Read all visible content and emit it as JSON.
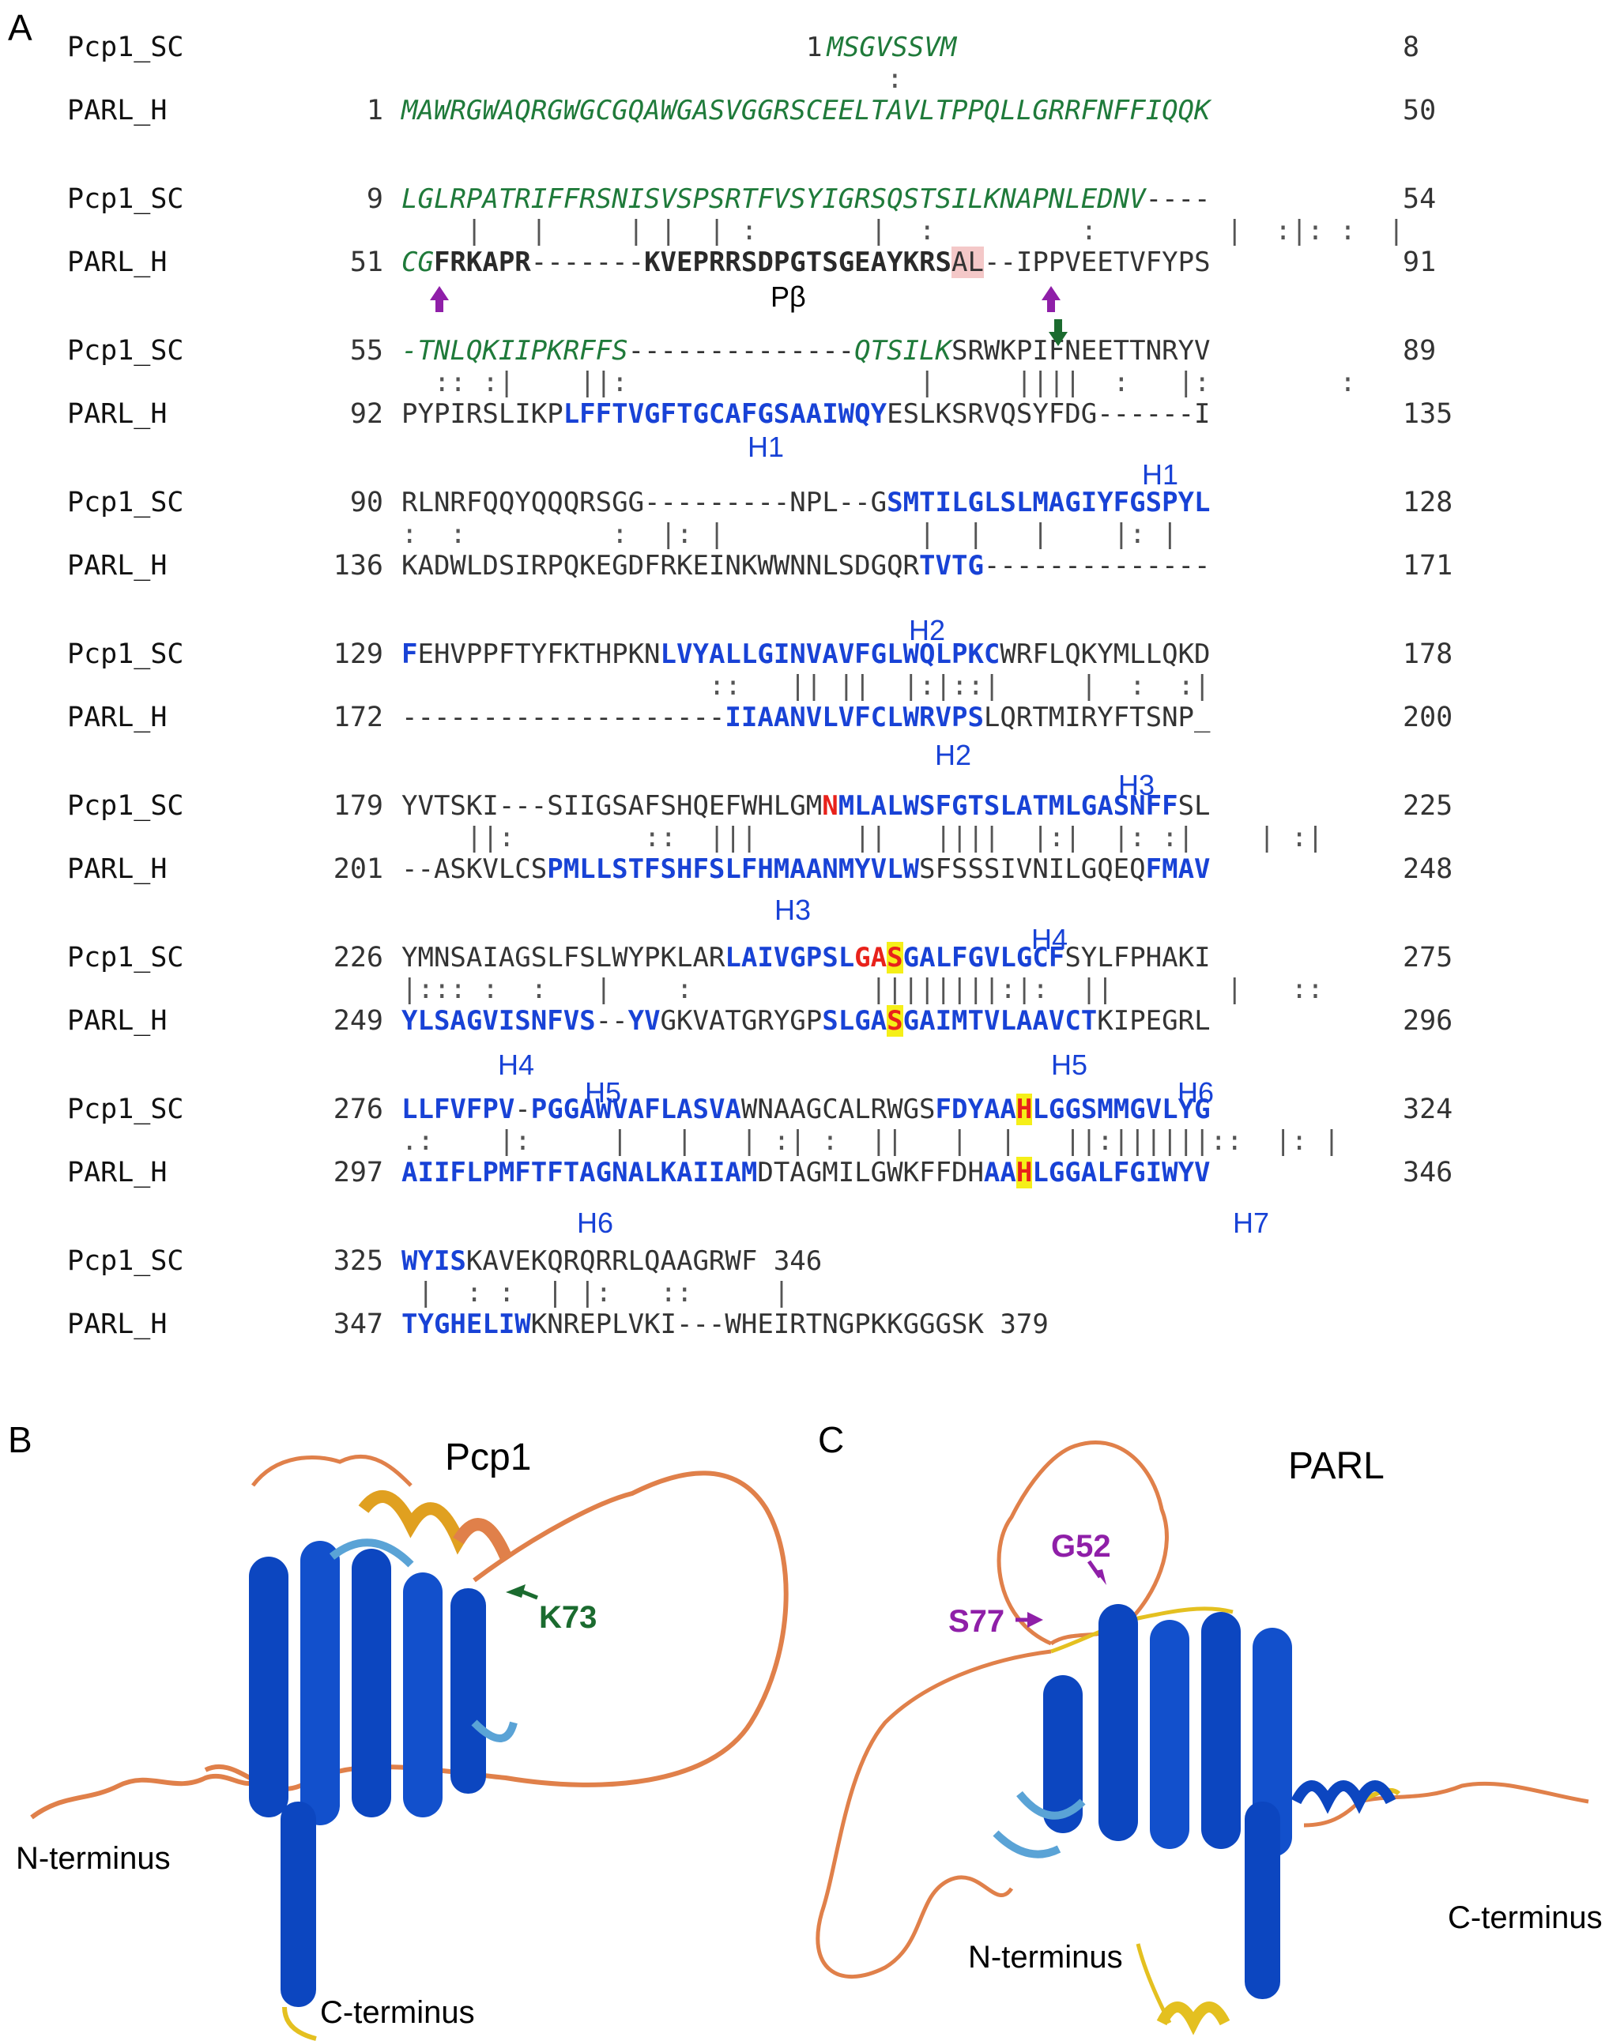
{
  "panel_labels": {
    "a": "A",
    "b": "B",
    "c": "C"
  },
  "alignment": {
    "rows": [
      {
        "name": "Pcp1_SC",
        "start": "",
        "segments": [
          {
            "t": "                        1",
            "c": ""
          },
          {
            "t": "MSGVSSVM",
            "c": "green"
          }
        ],
        "end": "8"
      },
      {
        "match": "                              :"
      },
      {
        "name": "PARL_H",
        "start": "1",
        "segments": [
          {
            "t": "MAWRGWAQRGWGCGQAWGASVGGRSCEELTAVLTPPQLLGRRFNFFIQQK",
            "c": "green"
          }
        ],
        "end": "50"
      },
      {
        "name": "Pcp1_SC",
        "start": "9",
        "segments": [
          {
            "t": "LGLRPATRIFFRSNISVSPSRTFVSYIGRSQSTSILKNAPNLEDNV",
            "c": "green"
          },
          {
            "t": "----",
            "c": ""
          }
        ],
        "end": "54"
      },
      {
        "match": "    |   |     | |  | :       |  :         :        |  :|: :  |"
      },
      {
        "name": "PARL_H",
        "start": "51",
        "segments": [
          {
            "t": "CG",
            "c": "green"
          },
          {
            "t": "FRKAPR",
            "c": "dark"
          },
          {
            "t": "-------",
            "c": ""
          },
          {
            "t": "KVEPRRSDPGTSGEAYKRS",
            "c": "dark"
          },
          {
            "t": "AL",
            "c": "pink"
          },
          {
            "t": "--IPPVEETVFYPS",
            "c": ""
          }
        ],
        "end": "91"
      },
      {
        "name": "Pcp1_SC",
        "start": "55",
        "segments": [
          {
            "t": "-TNLQKIIPKRFFS",
            "c": "green"
          },
          {
            "t": "--------------",
            "c": ""
          },
          {
            "t": "QTSILK",
            "c": "green"
          },
          {
            "t": "SRWKPIFNEETTNRYV",
            "c": ""
          }
        ],
        "end": "89"
      },
      {
        "match": "  :: :|    ||:                  |     ||||  :   |:        :"
      },
      {
        "name": "PARL_H",
        "start": "92",
        "segments": [
          {
            "t": "PYPIRSLIKP",
            "c": ""
          },
          {
            "t": "LFFTVGFTGCAFGSAAIWQY",
            "c": "blue"
          },
          {
            "t": "ESLKSRVQSYFDG------I",
            "c": ""
          }
        ],
        "end": "135"
      },
      {
        "name": "Pcp1_SC",
        "start": "90",
        "segments": [
          {
            "t": "RLNRFQQYQQQRSGG---------NPL--G",
            "c": ""
          },
          {
            "t": "SMTILGLSLMAGIYFGSPYL",
            "c": "blue"
          }
        ],
        "end": "128"
      },
      {
        "match": ":  :         :  |: |            |  |   |    |: |"
      },
      {
        "name": "PARL_H",
        "start": "136",
        "segments": [
          {
            "t": "KADWLDSIRPQKEGDFRKEINKWWNNLSDGQR",
            "c": ""
          },
          {
            "t": "TVTG",
            "c": "blue"
          },
          {
            "t": "--------------",
            "c": ""
          }
        ],
        "end": "171"
      },
      {
        "name": "Pcp1_SC",
        "start": "129",
        "segments": [
          {
            "t": "F",
            "c": "blue"
          },
          {
            "t": "EHVPPFTYFKTHPKN",
            "c": ""
          },
          {
            "t": "LVYALLGINVAVFGLWQLPKC",
            "c": "blue"
          },
          {
            "t": "WRFLQKYMLLQKD",
            "c": ""
          }
        ],
        "end": "178"
      },
      {
        "match": "                   ::   || ||  |:|::|     |  :  :|"
      },
      {
        "name": "PARL_H",
        "start": "172",
        "segments": [
          {
            "t": "--------------------",
            "c": ""
          },
          {
            "t": "IIAANVLVFCLWRVPS",
            "c": "blue"
          },
          {
            "t": "LQRTMIRYFTSNP_",
            "c": ""
          }
        ],
        "end": "200"
      },
      {
        "name": "Pcp1_SC",
        "start": "179",
        "segments": [
          {
            "t": "YVTSKI---SIIGSAFSHQEFWHLGM",
            "c": ""
          },
          {
            "t": "N",
            "c": "red"
          },
          {
            "t": "MLALWSFGTSLATMLGASNFF",
            "c": "blue"
          },
          {
            "t": "SL",
            "c": ""
          }
        ],
        "end": "225"
      },
      {
        "match": "    ||:        ::  |||      ||   ||||  |:|  |: :|    | :|"
      },
      {
        "name": "PARL_H",
        "start": "201",
        "segments": [
          {
            "t": "--ASKVLCS",
            "c": ""
          },
          {
            "t": "PMLLSTFSHFSLFHMAANMYVLW",
            "c": "blue"
          },
          {
            "t": "SFSSSIVNILGQEQ",
            "c": ""
          },
          {
            "t": "FMAV",
            "c": "blue"
          }
        ],
        "end": "248"
      },
      {
        "name": "Pcp1_SC",
        "start": "226",
        "segments": [
          {
            "t": "YMNSAIAGSLFSLWYPKLAR",
            "c": ""
          },
          {
            "t": "LAIVGPSL",
            "c": "blue"
          },
          {
            "t": "GA",
            "c": "red"
          },
          {
            "t": "S",
            "c": "hl"
          },
          {
            "t": "GALFGVLGCF",
            "c": "blue"
          },
          {
            "t": "SYLFPHAKI",
            "c": ""
          }
        ],
        "end": "275"
      },
      {
        "match": "|::: :  :   |    :           ||||||||:|:  ||       |   ::"
      },
      {
        "name": "PARL_H",
        "start": "249",
        "segments": [
          {
            "t": "YLSAGVISNFVS",
            "c": "blue"
          },
          {
            "t": "--",
            "c": ""
          },
          {
            "t": "YV",
            "c": "blue"
          },
          {
            "t": "GKVATGRYGP",
            "c": ""
          },
          {
            "t": "SLGA",
            "c": "blue"
          },
          {
            "t": "S",
            "c": "hl"
          },
          {
            "t": "GAIMTVLAAVCT",
            "c": "blue"
          },
          {
            "t": "KIPEGRL",
            "c": ""
          }
        ],
        "end": "296"
      },
      {
        "name": "Pcp1_SC",
        "start": "276",
        "segments": [
          {
            "t": "LLFVFPV",
            "c": "blue"
          },
          {
            "t": "-",
            "c": ""
          },
          {
            "t": "PGGAWVAFLASVA",
            "c": "blue"
          },
          {
            "t": "WNAAGCALRWGS",
            "c": ""
          },
          {
            "t": "FDYAA",
            "c": "blue"
          },
          {
            "t": "H",
            "c": "hl"
          },
          {
            "t": "LGGSMMGVLYG",
            "c": "blue"
          }
        ],
        "end": "324"
      },
      {
        "match": ".:    |:     |   |   | :| :  ||   |  |   ||:||||||::  |: |"
      },
      {
        "name": "PARL_H",
        "start": "297",
        "segments": [
          {
            "t": "AIIFLPMFTFTAGNALKAIIAM",
            "c": "blue"
          },
          {
            "t": "DTAGMILGWKFFDH",
            "c": ""
          },
          {
            "t": "AA",
            "c": "blue"
          },
          {
            "t": "H",
            "c": "hl"
          },
          {
            "t": "LGGALFGIWYV",
            "c": "blue"
          }
        ],
        "end": "346"
      },
      {
        "name": "Pcp1_SC",
        "start": "325",
        "segments": [
          {
            "t": "WYIS",
            "c": "blue"
          },
          {
            "t": "KAVEKQRQRRLQAAGRWF 346",
            "c": ""
          }
        ],
        "end": ""
      },
      {
        "match": " |  : :  | |:   ::     |"
      },
      {
        "name": "PARL_H",
        "start": "347",
        "segments": [
          {
            "t": "TYGHELIW",
            "c": "blue"
          },
          {
            "t": "KNREPLVKI---WHEIRTNGPKKGGGSK 379",
            "c": ""
          }
        ],
        "end": ""
      }
    ],
    "helix_labels": [
      "H1",
      "H1",
      "H2",
      "H2",
      "H3",
      "H3",
      "H4",
      "H4",
      "H5",
      "H5",
      "H6",
      "H6",
      "H7"
    ],
    "p_beta": "Pβ"
  },
  "panel_b": {
    "title": "Pcp1",
    "site": "K73",
    "n_terminus": "N-terminus",
    "c_terminus": "C-terminus"
  },
  "panel_c": {
    "title": "PARL",
    "site_1": "G52",
    "site_2": "S77",
    "n_terminus": "N-terminus",
    "c_terminus": "C-terminus"
  },
  "colors": {
    "green_text": "#1f7a3a",
    "helix_blue": "#1842d6",
    "catalytic_red": "#e8221b",
    "catalytic_highlight": "#f5ef18",
    "cleavage_purple": "#8f1fa8",
    "cleavage_green": "#1b6b2f",
    "structure_dark_blue": "#0c46c0",
    "structure_light_blue": "#5aa3d6",
    "structure_yellow": "#e4c020",
    "structure_orange": "#e0804a"
  }
}
